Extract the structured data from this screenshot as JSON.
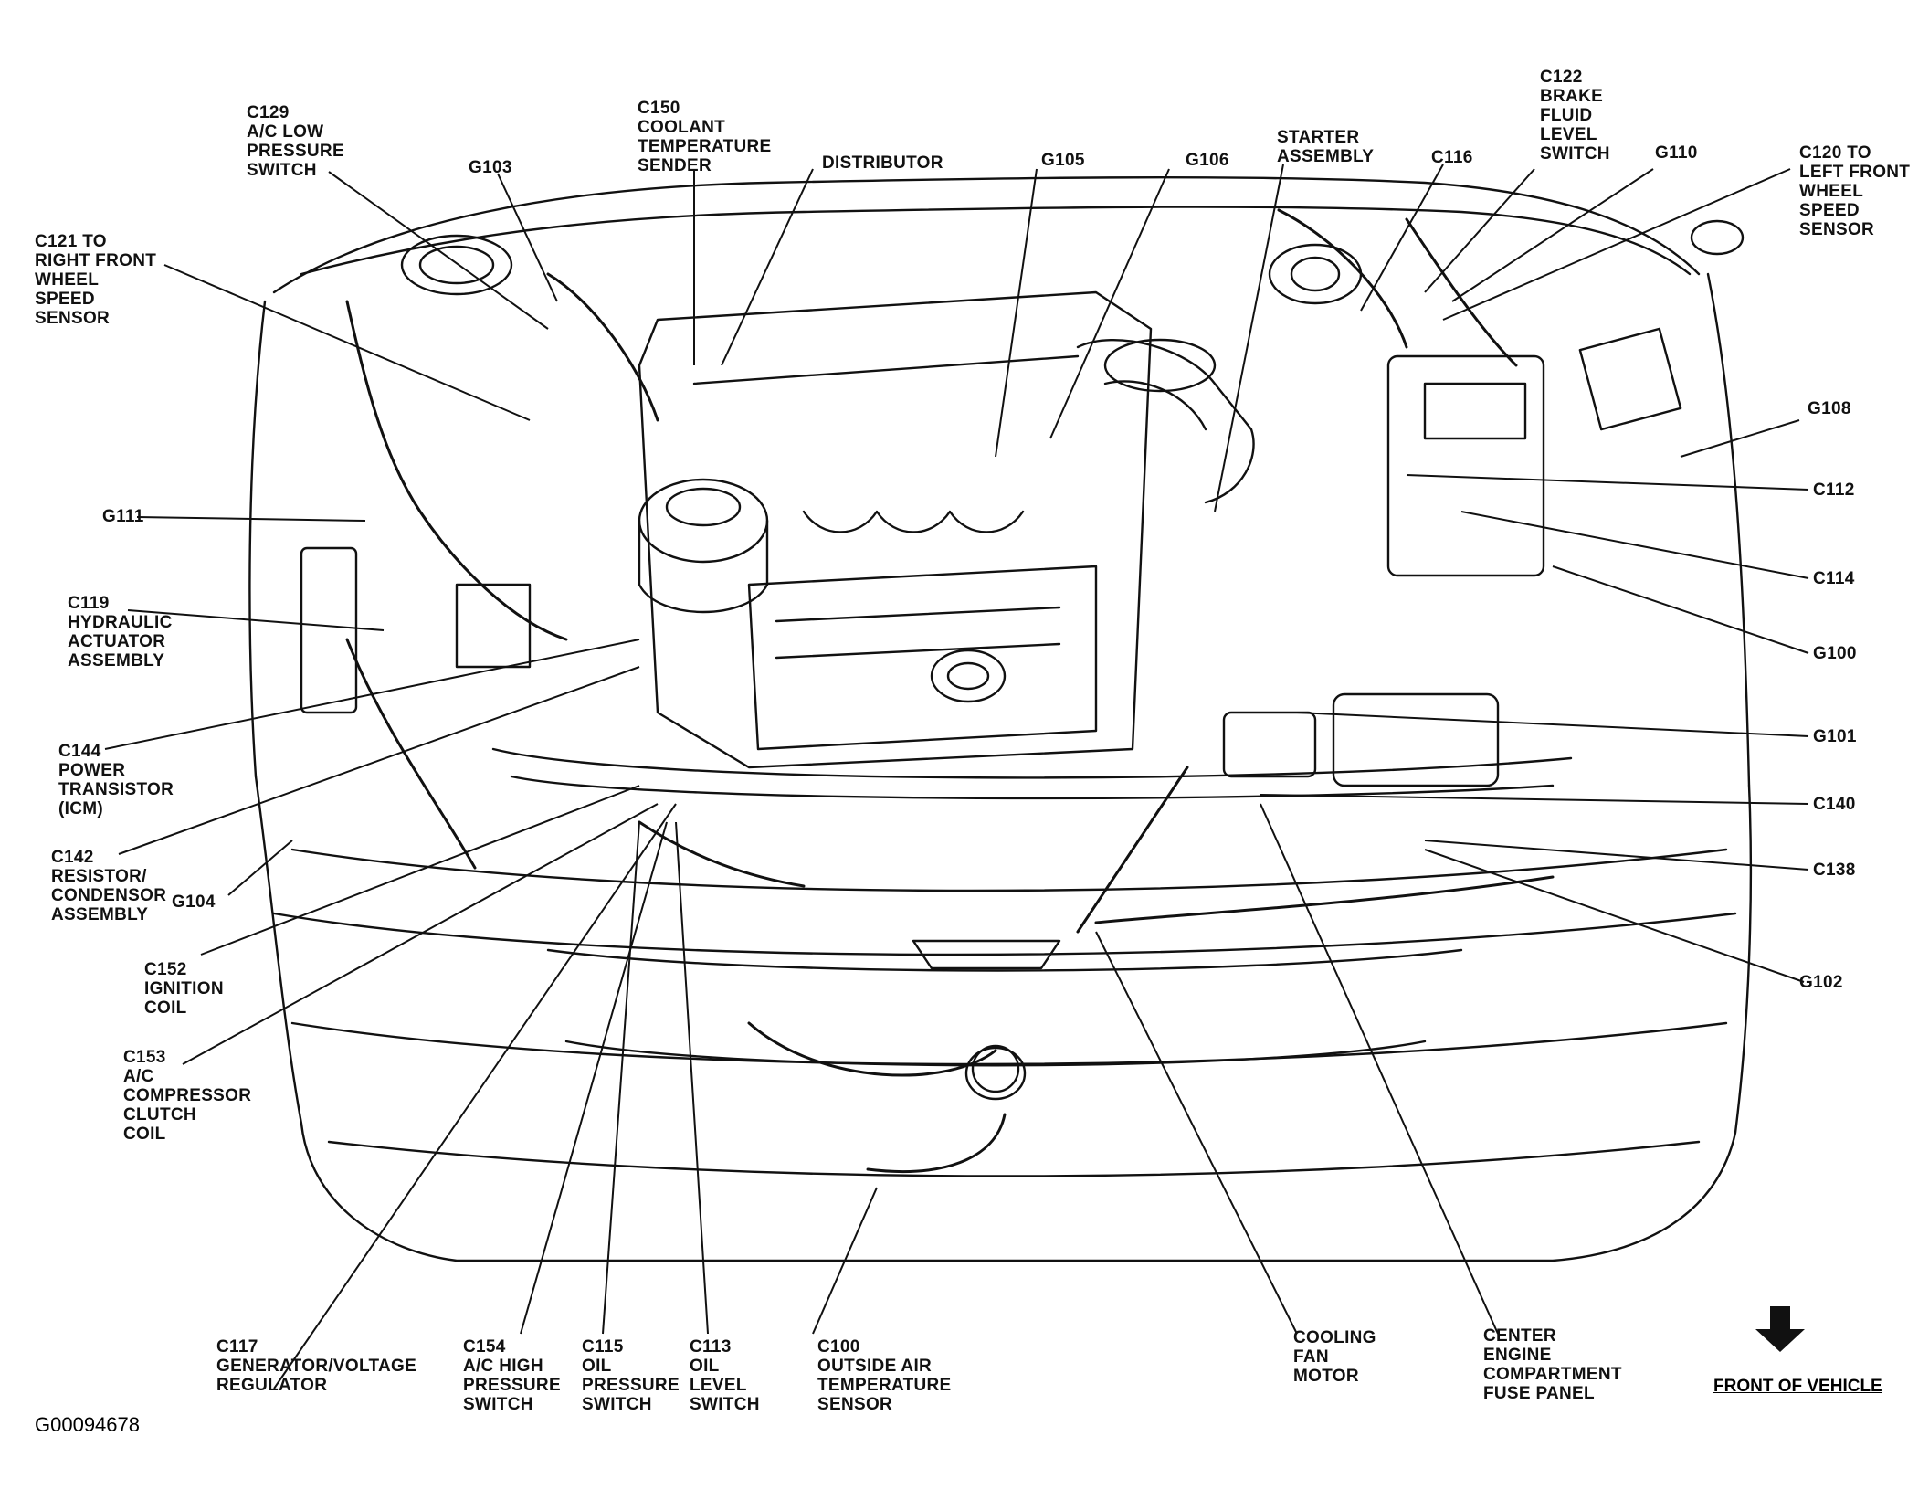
{
  "figure_id": "G00094678",
  "front_label": "FRONT OF VEHICLE",
  "labels": {
    "c129": "C129\nA/C LOW\nPRESSURE\nSWITCH",
    "g103": "G103",
    "c150": "C150\nCOOLANT\nTEMPERATURE\nSENDER",
    "distributor": "DISTRIBUTOR",
    "g105": "G105",
    "g106": "G106",
    "starter": "STARTER\nASSEMBLY",
    "c116": "C116",
    "c122": "C122\nBRAKE\nFLUID\nLEVEL\nSWITCH",
    "g110": "G110",
    "c120": "C120 TO\nLEFT FRONT\nWHEEL\nSPEED\nSENSOR",
    "c121": "C121 TO\nRIGHT FRONT\nWHEEL\nSPEED\nSENSOR",
    "g111": "G111",
    "c119": "C119\nHYDRAULIC\nACTUATOR\nASSEMBLY",
    "c144": "C144\nPOWER\nTRANSISTOR\n(ICM)",
    "c142": "C142\nRESISTOR/\nCONDENSOR\nASSEMBLY",
    "g104": "G104",
    "c152": "C152\nIGNITION\nCOIL",
    "c153": "C153\nA/C\nCOMPRESSOR\nCLUTCH\nCOIL",
    "c117": "C117\nGENERATOR/VOLTAGE\nREGULATOR",
    "c154": "C154\nA/C HIGH\nPRESSURE\nSWITCH",
    "c115": "C115\nOIL\nPRESSURE\nSWITCH",
    "c113": "C113\nOIL\nLEVEL\nSWITCH",
    "c100": "C100\nOUTSIDE AIR\nTEMPERATURE\nSENSOR",
    "cooling_fan": "COOLING\nFAN\nMOTOR",
    "fuse_panel": "CENTER\nENGINE\nCOMPARTMENT\nFUSE PANEL",
    "g108": "G108",
    "c112": "C112",
    "c114": "C114",
    "g100": "G100",
    "g101": "G101",
    "c140": "C140",
    "c138": "C138",
    "g102": "G102"
  }
}
